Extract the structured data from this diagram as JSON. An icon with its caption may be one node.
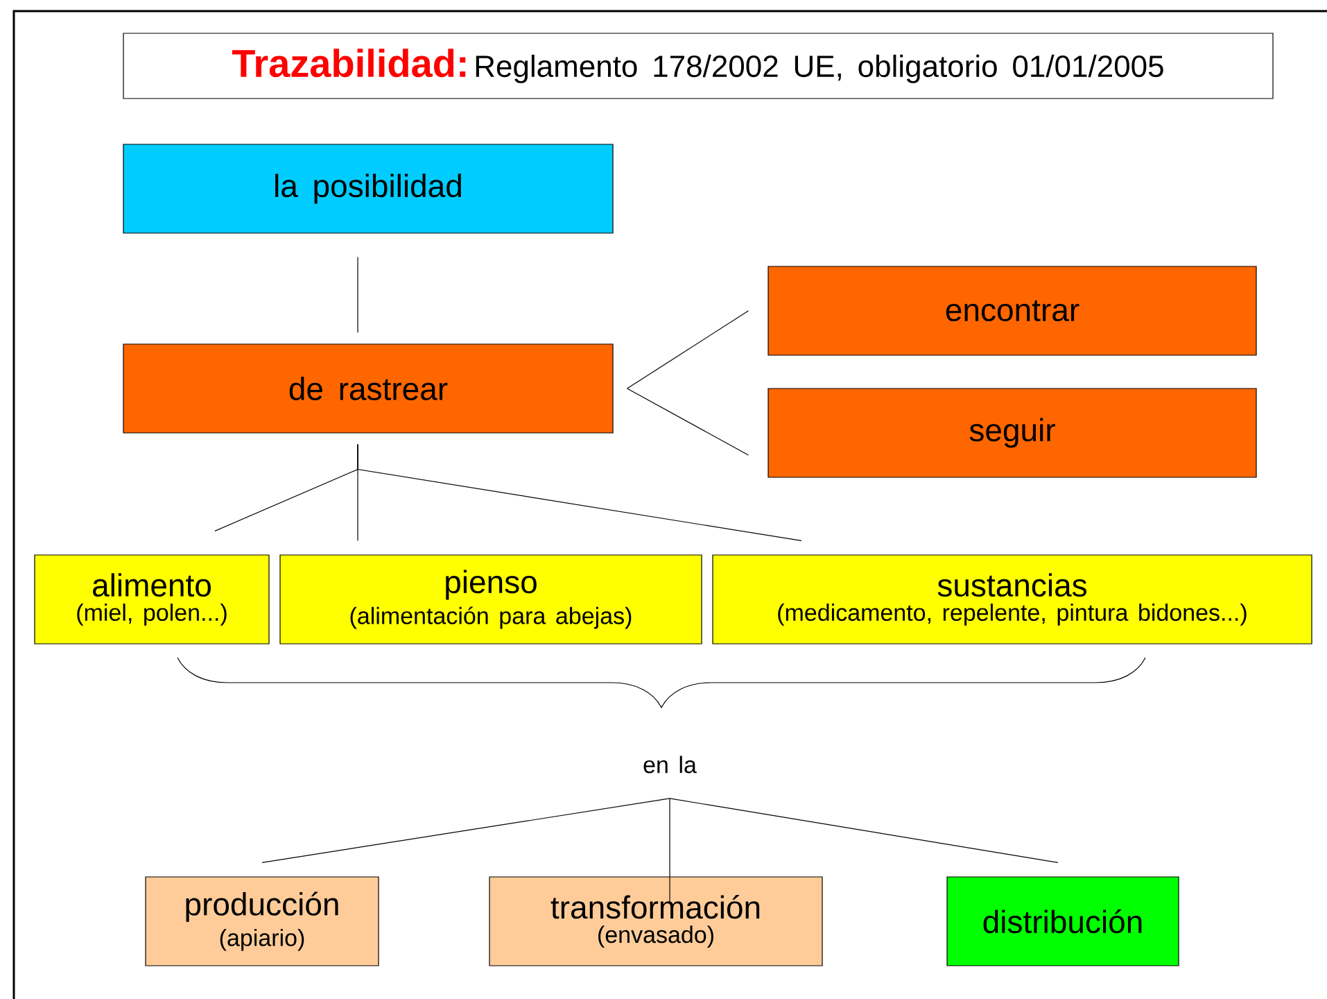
{
  "diagram": {
    "nodes": [
      {
        "text": [
          "Trazabilidad:",
          "Reglamento 178/2002 UE, obligatorio 01/01/2005"
        ]
      },
      {
        "text": [
          "la posibilidad"
        ]
      },
      {
        "text": [
          "de rastrear"
        ]
      },
      {
        "text": [
          "encontrar"
        ]
      },
      {
        "text": [
          "seguir"
        ]
      },
      {
        "text": [
          "alimento",
          "(miel, polen...)"
        ]
      },
      {
        "text": [
          "pienso",
          "(alimentación para abejas)"
        ]
      },
      {
        "text": [
          "sustancias",
          "(medicamento, repelente, pintura bidones...)"
        ]
      },
      {
        "text": [
          "en la"
        ]
      },
      {
        "text": [
          "producción",
          "(apiario)"
        ]
      },
      {
        "text": [
          "transformación",
          "(envasado)"
        ]
      },
      {
        "text": [
          "distribución"
        ]
      }
    ],
    "edges": [
      {
        "from": 1,
        "to": 2,
        "arrow": "none"
      },
      {
        "from": 2,
        "to": 3,
        "arrow": "none"
      },
      {
        "from": 2,
        "to": 4,
        "arrow": "none"
      },
      {
        "from": 2,
        "to": 5,
        "arrow": "none"
      },
      {
        "from": 2,
        "to": 6,
        "arrow": "none"
      },
      {
        "from": 2,
        "to": 7,
        "arrow": "none"
      },
      {
        "from": 8,
        "to": 9,
        "arrow": "none"
      },
      {
        "from": 8,
        "to": 10,
        "arrow": "none"
      },
      {
        "from": 8,
        "to": 11,
        "arrow": "none"
      }
    ]
  }
}
